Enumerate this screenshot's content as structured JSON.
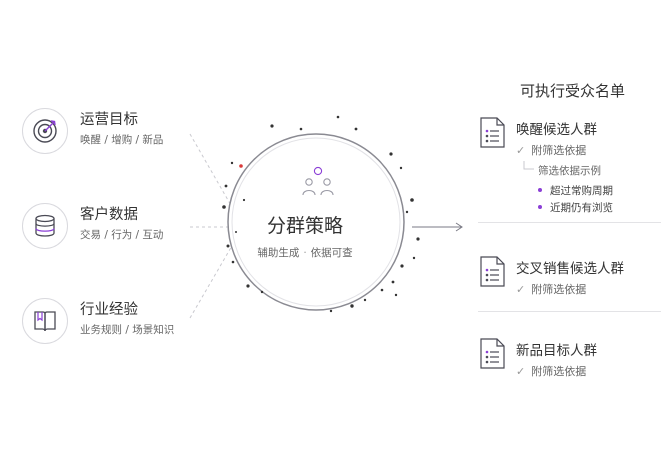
{
  "colors": {
    "accent": "#8b3fd6",
    "line": "#c9c9cf",
    "text": "#333333",
    "muted": "#666666"
  },
  "inputs": [
    {
      "title": "运营目标",
      "subtitle": "唤醒 / 增购 / 新品",
      "icon": "target-icon"
    },
    {
      "title": "客户数据",
      "subtitle": "交易 / 行为 / 互动",
      "icon": "database-icon"
    },
    {
      "title": "行业经验",
      "subtitle": "业务规则 / 场景知识",
      "icon": "book-icon"
    }
  ],
  "center": {
    "title": "分群策略",
    "subtitle_left": "辅助生成",
    "subtitle_sep": "·",
    "subtitle_right": "依据可查",
    "icon": "users-icon"
  },
  "output": {
    "header": "可执行受众名单",
    "groups": [
      {
        "title": "唤醒候选人群",
        "basis": "附筛选依据",
        "sub_header": "筛选依据示例",
        "examples": [
          "超过常购周期",
          "近期仍有浏览"
        ]
      },
      {
        "title": "交叉销售候选人群",
        "basis": "附筛选依据"
      },
      {
        "title": "新品目标人群",
        "basis": "附筛选依据"
      }
    ]
  }
}
